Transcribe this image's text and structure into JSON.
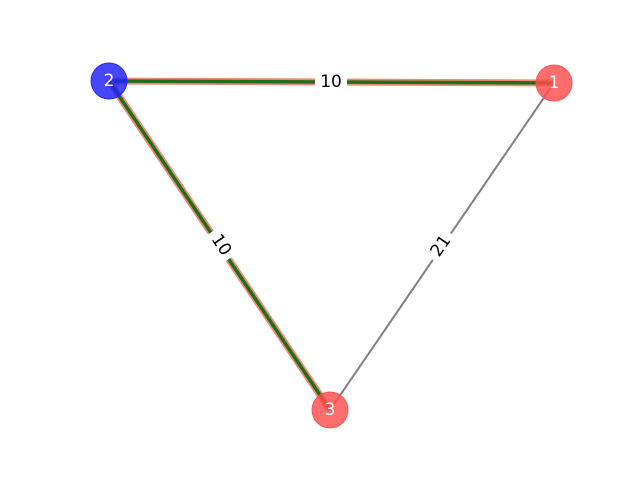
{
  "graph": {
    "nodes": [
      {
        "id": "1",
        "label": "1",
        "color": "#ff4d4d"
      },
      {
        "id": "2",
        "label": "2",
        "color": "#1f1fff"
      },
      {
        "id": "3",
        "label": "3",
        "color": "#ff4d4d"
      }
    ],
    "edges": [
      {
        "source": "2",
        "target": "1",
        "weight": "10",
        "highlighted": true
      },
      {
        "source": "2",
        "target": "3",
        "weight": "10",
        "highlighted": true
      },
      {
        "source": "1",
        "target": "3",
        "weight": "21",
        "highlighted": false
      }
    ],
    "colors": {
      "plain_edge": "#808080",
      "highlight_outer": "#f08a6e",
      "highlight_inner": "#1f6e1f",
      "label_bg": "#ffffff"
    }
  }
}
